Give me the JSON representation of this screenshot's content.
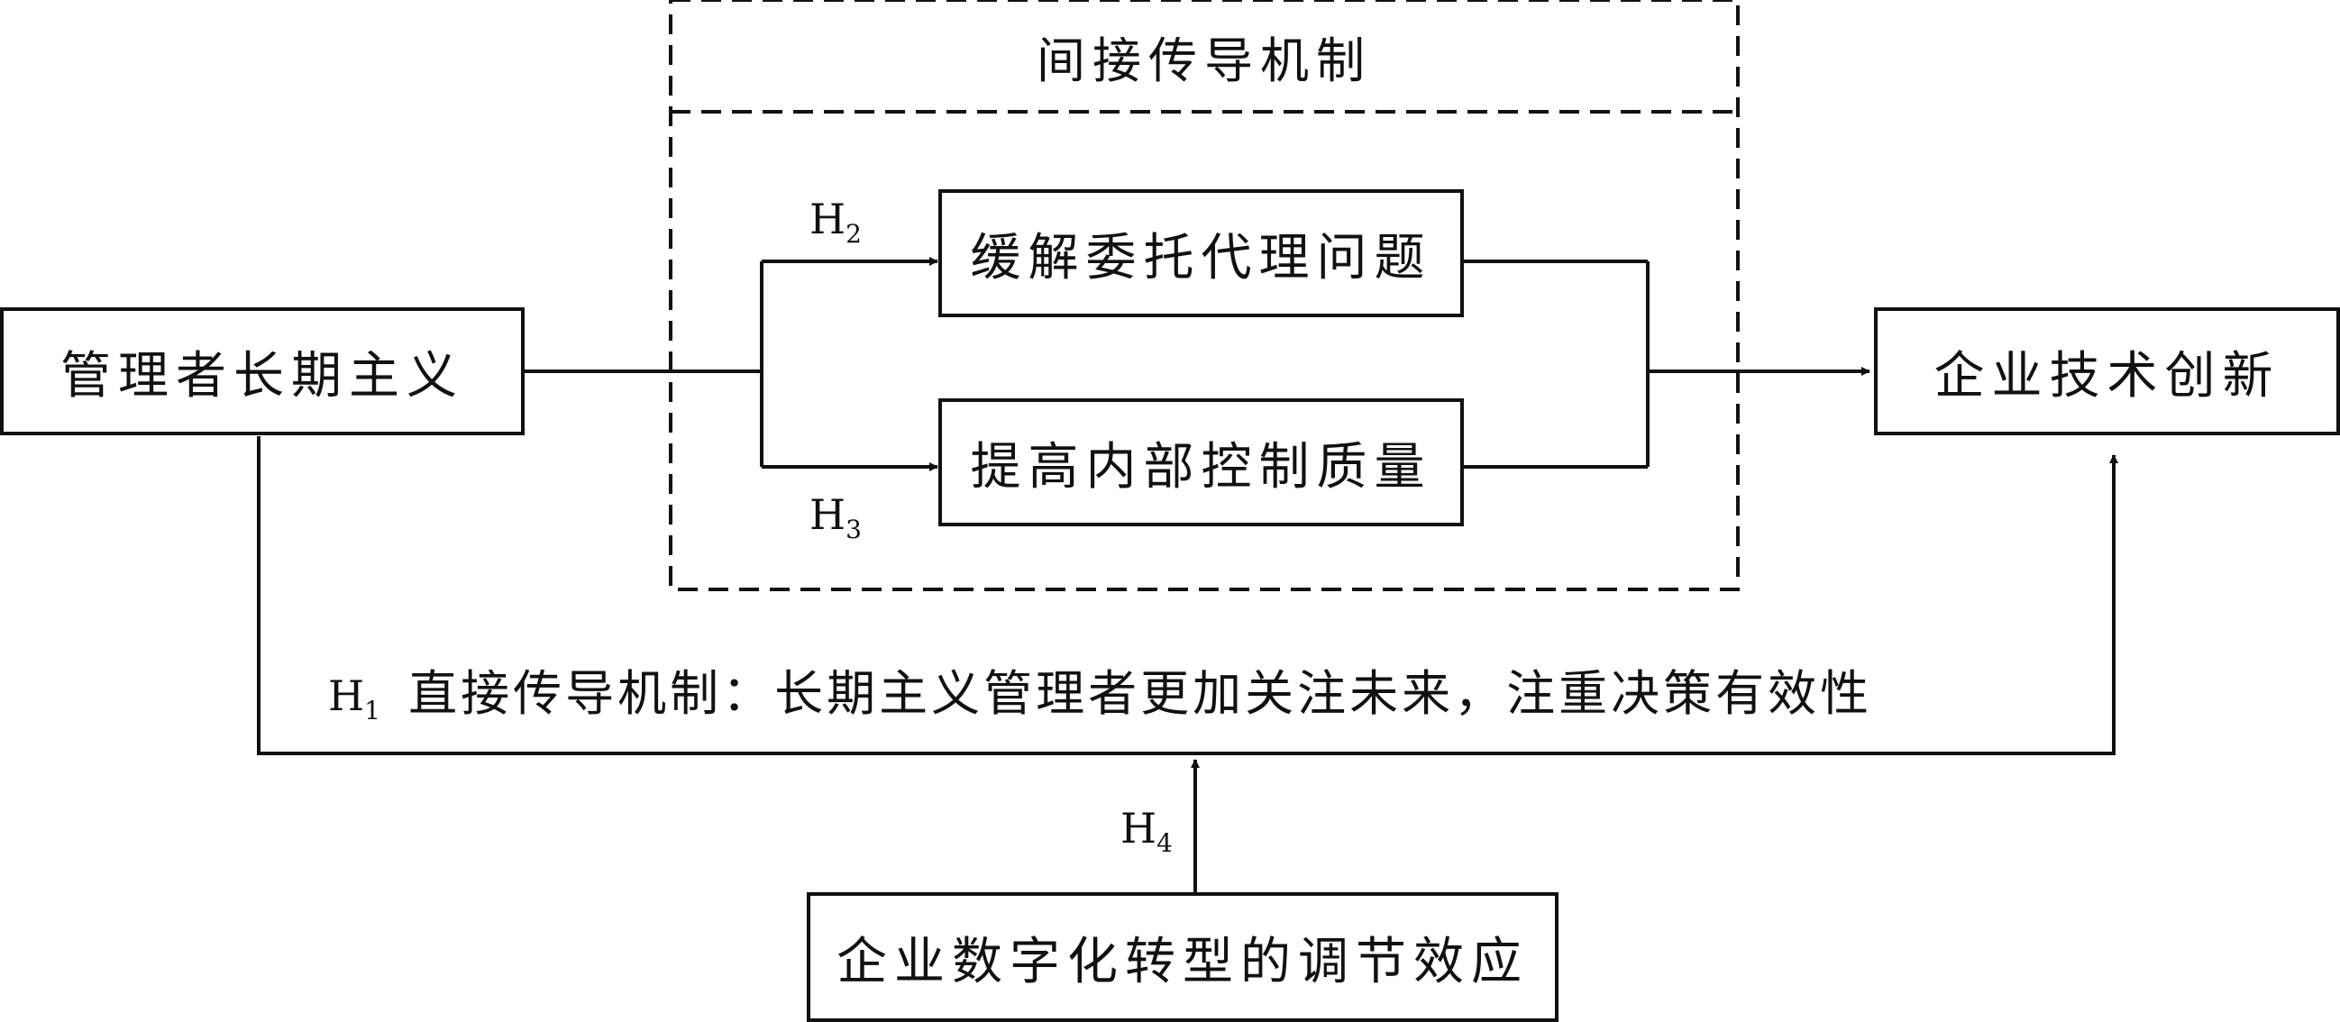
{
  "mechanism_panel": {
    "title": "间接传导机制"
  },
  "boxes": {
    "left": "管理者长期主义",
    "right": "企业技术创新",
    "upper_mediator": "缓解委托代理问题",
    "lower_mediator": "提高内部控制质量",
    "moderator": "企业数字化转型的调节效应"
  },
  "hypotheses": {
    "h1": {
      "main": "H",
      "sub": "1"
    },
    "h2": {
      "main": "H",
      "sub": "2"
    },
    "h3": {
      "main": "H",
      "sub": "3"
    },
    "h4": {
      "main": "H",
      "sub": "4"
    }
  },
  "direct_path_text": "直接传导机制：长期主义管理者更加关注未来，注重决策有效性",
  "colors": {
    "line": "#111111",
    "background": "#ffffff"
  }
}
